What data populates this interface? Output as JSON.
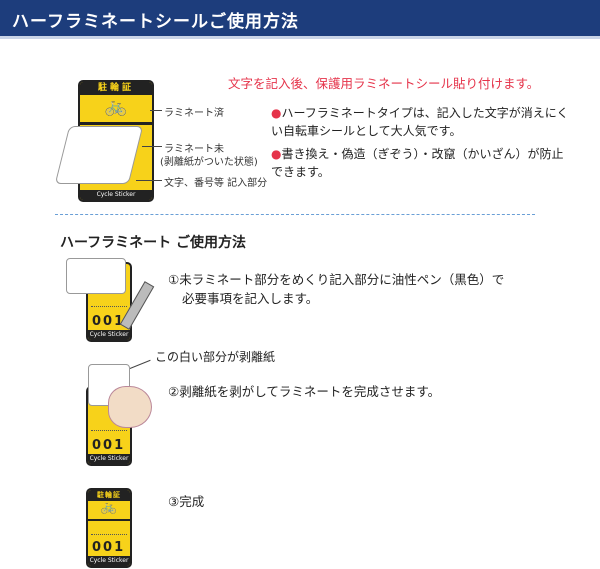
{
  "header": {
    "title": "ハーフラミネートシールご使用方法"
  },
  "intro": {
    "notice": "文字を記入後、保護用ラミネートシール貼り付けます。",
    "labels": [
      "ラミネート済",
      "ラミネート未",
      "(剥離紙がついた状態)",
      "文字、番号等 記入部分"
    ],
    "bullets": [
      "ハーフラミネートタイプは、記入した文字が消えにくい自転車シールとして大人気です。",
      "書き換え・偽造（ぎぞう）・改竄（かいざん）が防止できます。"
    ],
    "bullet_mark": "●"
  },
  "sticker": {
    "title": "駐輪証",
    "footer": "Cycle Sticker",
    "number": "001",
    "icon": "bicycle-icon"
  },
  "usage": {
    "heading": "ハーフラミネート ご使用方法",
    "release_paper_label": "この白い部分が剥離紙",
    "steps": [
      {
        "line1": "①未ラミネート部分をめくり記入部分に油性ペン（黒色）で",
        "line2": "必要事項を記入します。"
      },
      {
        "line1": "②剥離紙を剥がしてラミネートを完成させます。"
      },
      {
        "line1": "③完成"
      }
    ]
  },
  "colors": {
    "header": "#1d3d7c",
    "accent": "#e5334a",
    "sticker": "#f7d21a"
  }
}
